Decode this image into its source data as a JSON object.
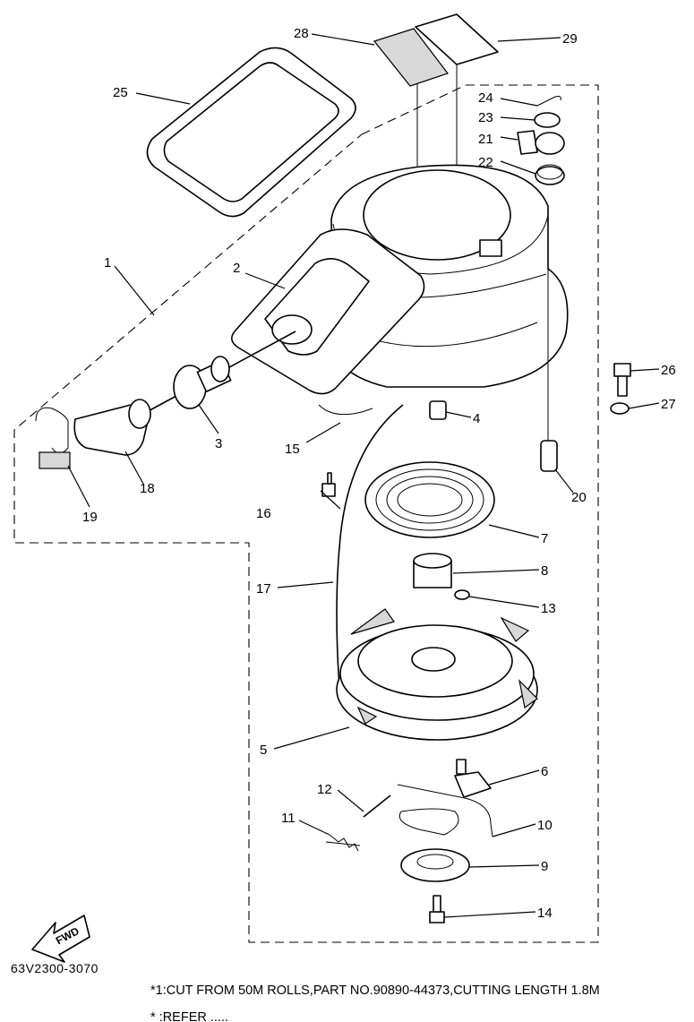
{
  "diagram": {
    "part_callouts": [
      "1",
      "2",
      "3",
      "4",
      "5",
      "6",
      "7",
      "8",
      "9",
      "10",
      "11",
      "12",
      "13",
      "14",
      "15",
      "16",
      "17",
      "18",
      "19",
      "20",
      "21",
      "22",
      "23",
      "24",
      "25",
      "26",
      "27",
      "28",
      "29"
    ],
    "forward_badge": "FWD",
    "drawing_code": "63V2300-3070",
    "footnote": "*1:CUT FROM 50M ROLLS,PART NO.90890-44373,CUTTING LENGTH 1.8M",
    "footnote_partial": "*  :REFER ....."
  }
}
